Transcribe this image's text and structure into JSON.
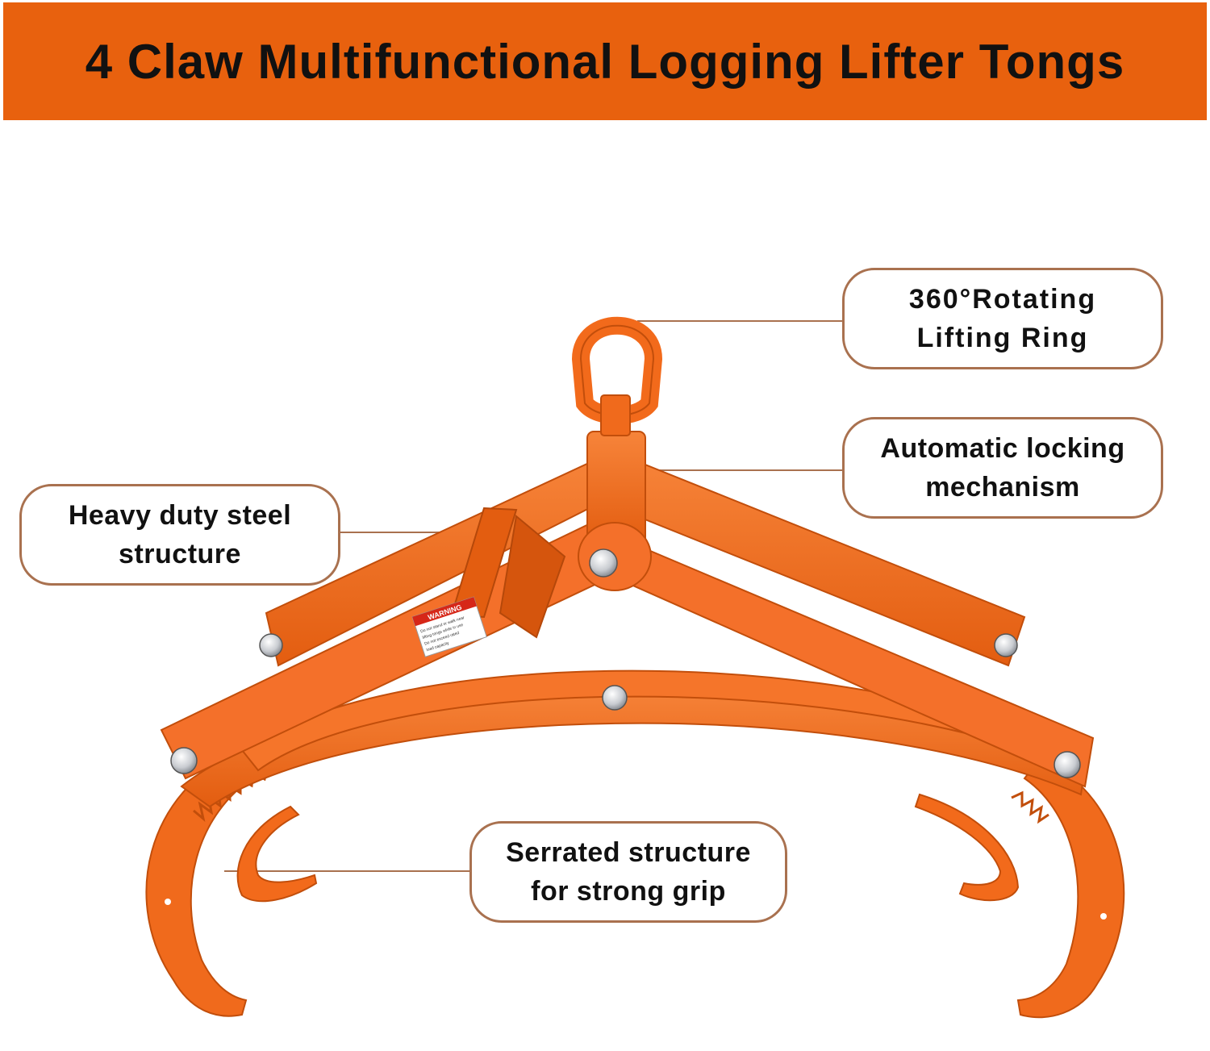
{
  "title": "4 Claw Multifunctional Logging Lifter Tongs",
  "callouts": {
    "ring": "360°Rotating\nLifting Ring",
    "lock": "Automatic locking\nmechanism",
    "steel": "Heavy duty steel\nstructure",
    "serrated": "Serrated structure\nfor strong grip"
  },
  "warning_label": {
    "heading": "WARNING",
    "lines": [
      "Do not stand or walk near",
      "lifting tongs while in use",
      "Do not exceed rated",
      "load capacity"
    ]
  },
  "colors": {
    "banner": "#e8610e",
    "tong_orange": "#f26a1b",
    "tong_shadow": "#c94f0c",
    "callout_border": "#a9714f"
  }
}
